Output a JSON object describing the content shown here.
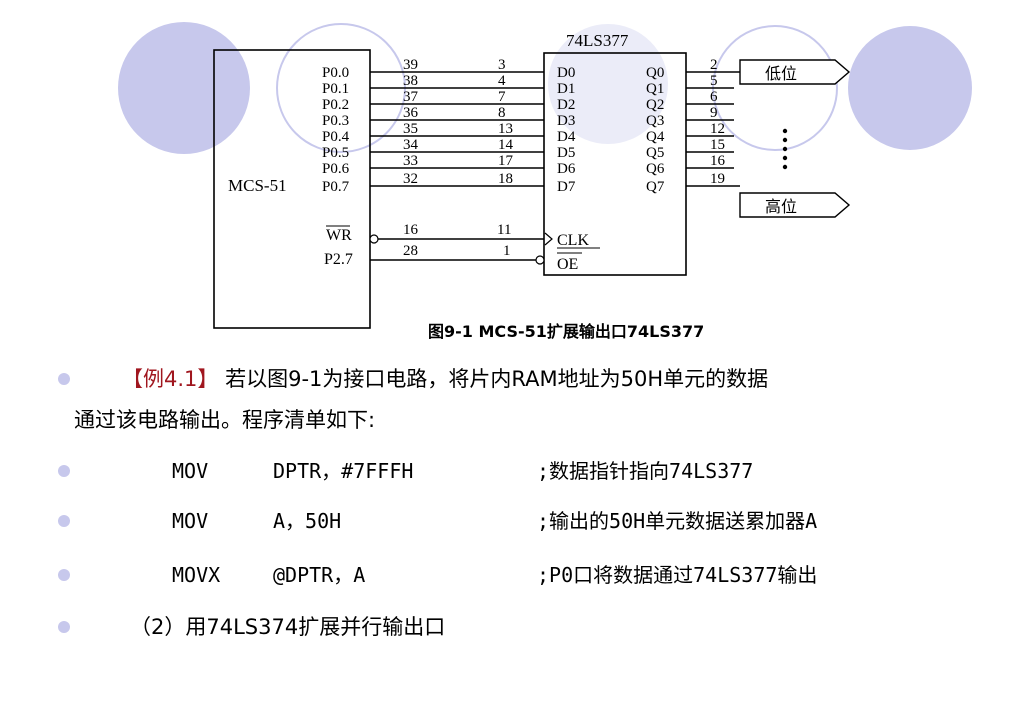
{
  "diagram": {
    "mcu_label": "MCS-51",
    "chip_label": "74LS377",
    "mcu_pins": [
      "P0.0",
      "P0.1",
      "P0.2",
      "P0.3",
      "P0.4",
      "P0.5",
      "P0.6",
      "P0.7"
    ],
    "mcu_pin_numbers": [
      "39",
      "38",
      "37",
      "36",
      "35",
      "34",
      "33",
      "32"
    ],
    "chip_d_pins": [
      "D0",
      "D1",
      "D2",
      "D3",
      "D4",
      "D5",
      "D6",
      "D7"
    ],
    "chip_d_numbers": [
      "3",
      "4",
      "7",
      "8",
      "13",
      "14",
      "17",
      "18"
    ],
    "chip_q_pins": [
      "Q0",
      "Q1",
      "Q2",
      "Q3",
      "Q4",
      "Q5",
      "Q6",
      "Q7"
    ],
    "chip_q_numbers": [
      "2",
      "5",
      "6",
      "9",
      "12",
      "15",
      "16",
      "19"
    ],
    "wr_label": "WR",
    "wr_pin_number": "16",
    "p27_label": "P2.7",
    "p27_pin_number": "28",
    "clk_label": "CLK",
    "clk_pin_number": "11",
    "oe_label": "OE",
    "oe_pin_number": "1",
    "low_label": "低位",
    "high_label": "高位",
    "caption": "图9-1 MCS-51扩展输出口74LS377"
  },
  "text": {
    "example_tag": "【例4.1】",
    "example_line1": " 若以图9-1为接口电路，将片内RAM地址为50H单元的数据",
    "example_line2": "通过该电路输出。程序清单如下:",
    "code": [
      {
        "op": "MOV",
        "args": "DPTR，#7FFFH",
        "comment": ";数据指针指向74LS377"
      },
      {
        "op": "MOV",
        "args": "A，50H",
        "comment": ";输出的50H单元数据送累加器A"
      },
      {
        "op": "MOVX",
        "args": "@DPTR，A",
        "comment": ";P0口将数据通过74LS377输出"
      }
    ],
    "section": "（2）用74LS374扩展并行输出口"
  },
  "colors": {
    "circle": "#c7c8ec",
    "red": "#a0161e"
  }
}
